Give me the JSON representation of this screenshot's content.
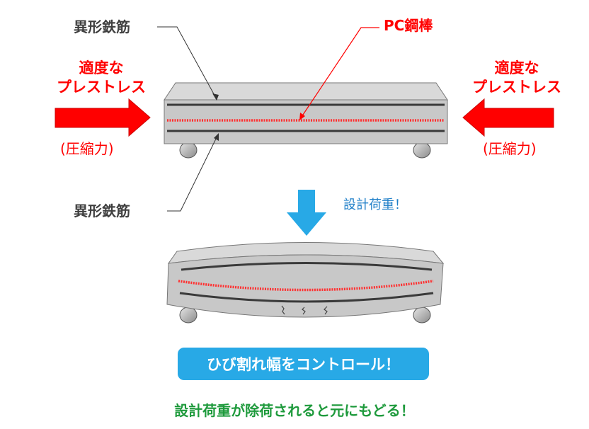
{
  "labels": {
    "rebar_top": "異形鉄筋",
    "pc_bar": "PC鋼棒",
    "rebar_bottom": "異形鉄筋",
    "left_prestress_1": "適度な",
    "left_prestress_2": "プレストレス",
    "left_compression": "(圧縮力)",
    "right_prestress_1": "適度な",
    "right_prestress_2": "プレストレス",
    "right_compression": "(圧縮力)",
    "design_load": "設計荷重！",
    "crack_control": "ひび割れ幅をコントロール！",
    "recovery": "設計荷重が除荷されると元にもどる！"
  },
  "colors": {
    "prestress_red": "#ff0000",
    "arrow_blue": "#28a9e6",
    "banner_blue": "#28a9e6",
    "recovery_green": "#1e9a3c",
    "beam_gray": "#c8c8c8",
    "label_gray": "#404040"
  }
}
